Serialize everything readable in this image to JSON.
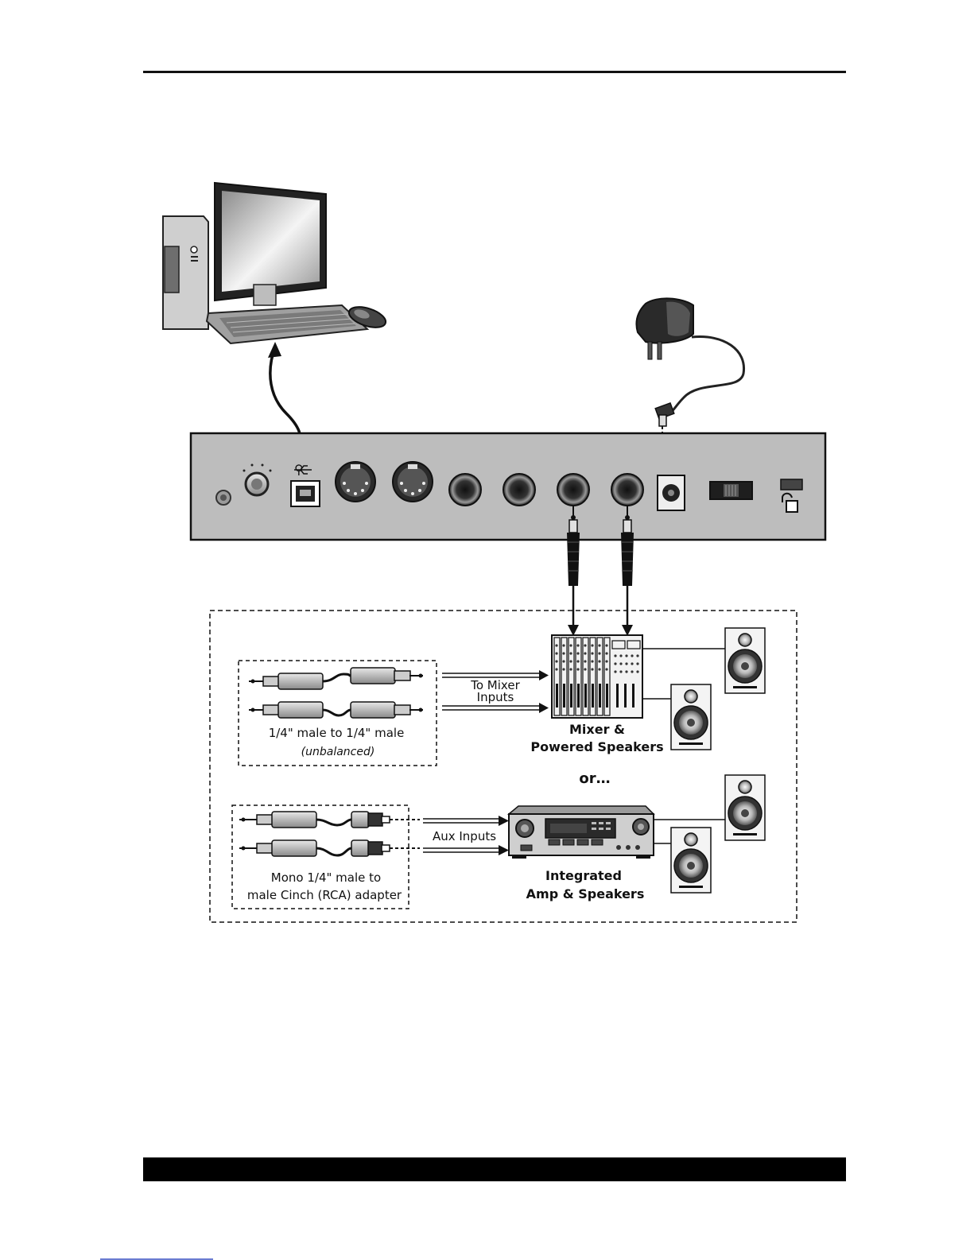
{
  "labels": {
    "to_mixer_line1": "To Mixer",
    "to_mixer_line2": "Inputs",
    "cable1_line1": "1/4\" male to 1/4\" male",
    "cable1_line2": "(unbalanced)",
    "mixer_line1": "Mixer &",
    "mixer_line2": "Powered Speakers",
    "or": "or…",
    "aux_inputs": "Aux Inputs",
    "cable2_line1": "Mono 1/4\" male to",
    "cable2_line2": "male Cinch (RCA) adapter",
    "amp_line1": "Integrated",
    "amp_line2": "Amp & Speakers"
  },
  "colors": {
    "panel": "#bdbdbd",
    "dark": "#1a1a1a",
    "ink": "#111111"
  }
}
